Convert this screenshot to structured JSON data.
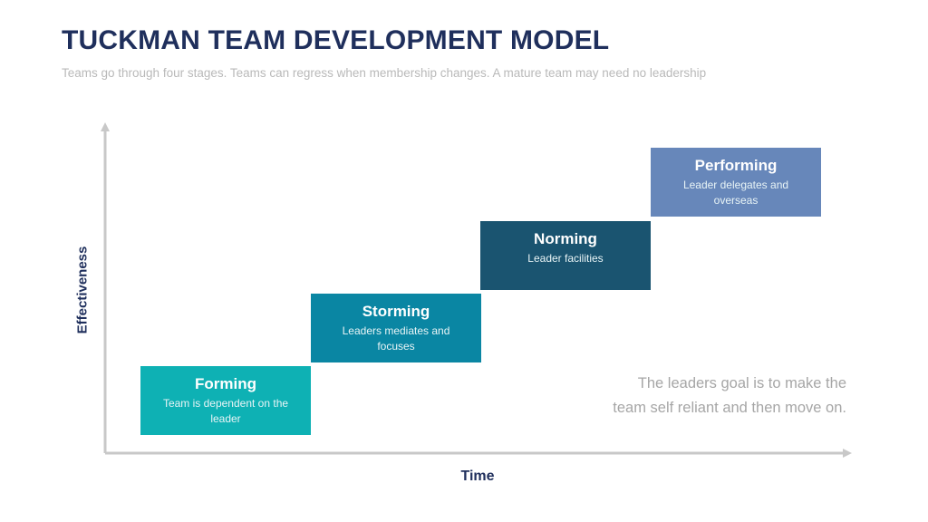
{
  "header": {
    "title": "TUCKMAN TEAM DEVELOPMENT MODEL",
    "subtitle": "Teams go through four stages. Teams can regress when membership changes. A mature team may need no leadership"
  },
  "axes": {
    "y_label": "Effectiveness",
    "x_label": "Time"
  },
  "stages": [
    {
      "name": "Forming",
      "description": "Team is dependent on the leader",
      "color": "#0eb1b4"
    },
    {
      "name": "Storming",
      "description": "Leaders mediates and focuses",
      "color": "#0a86a3"
    },
    {
      "name": "Norming",
      "description": "Leader facilities",
      "color": "#1a5470"
    },
    {
      "name": "Performing",
      "description": "Leader delegates and overseas",
      "color": "#6787ba"
    }
  ],
  "note": "The leaders goal is to make the team self reliant and then move on.",
  "colors": {
    "title": "#1f2f5c",
    "axis": "#c8c8c8",
    "subtitle": "#b9b9b9",
    "note": "#a6a6a6"
  }
}
